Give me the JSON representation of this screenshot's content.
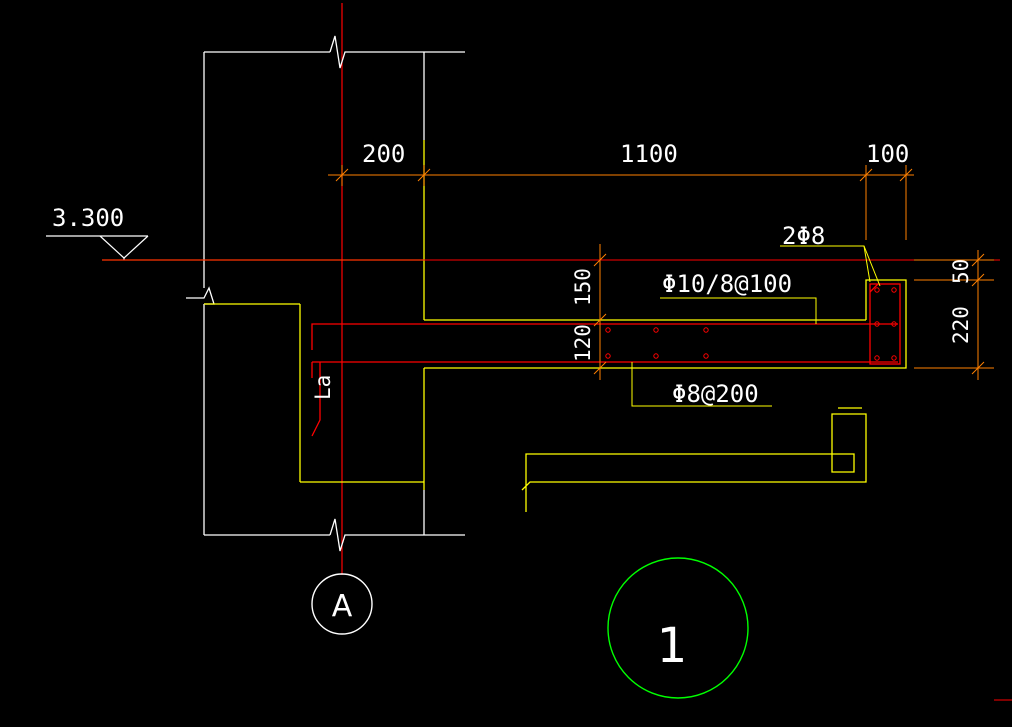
{
  "colors": {
    "background": "#000000",
    "outline": "#ffffff",
    "section": "#ffff00",
    "rebar": "#ff0000",
    "dimension": "#ff8000",
    "axis_bubble": "#ffffff",
    "detail_bubble": "#00ff00",
    "text": "#ffffff"
  },
  "elevation": {
    "value": "3.300"
  },
  "dimensions": {
    "top": [
      "200",
      "1100",
      "100"
    ],
    "left": [
      "150",
      "120"
    ],
    "right": [
      "50",
      "220"
    ]
  },
  "rebar_labels": {
    "top_bars": "2Φ8",
    "stirrups": "Φ10/8@100",
    "distribution": "Φ8@200",
    "anchorage": "La"
  },
  "axis_label": "A",
  "detail_label": "1"
}
